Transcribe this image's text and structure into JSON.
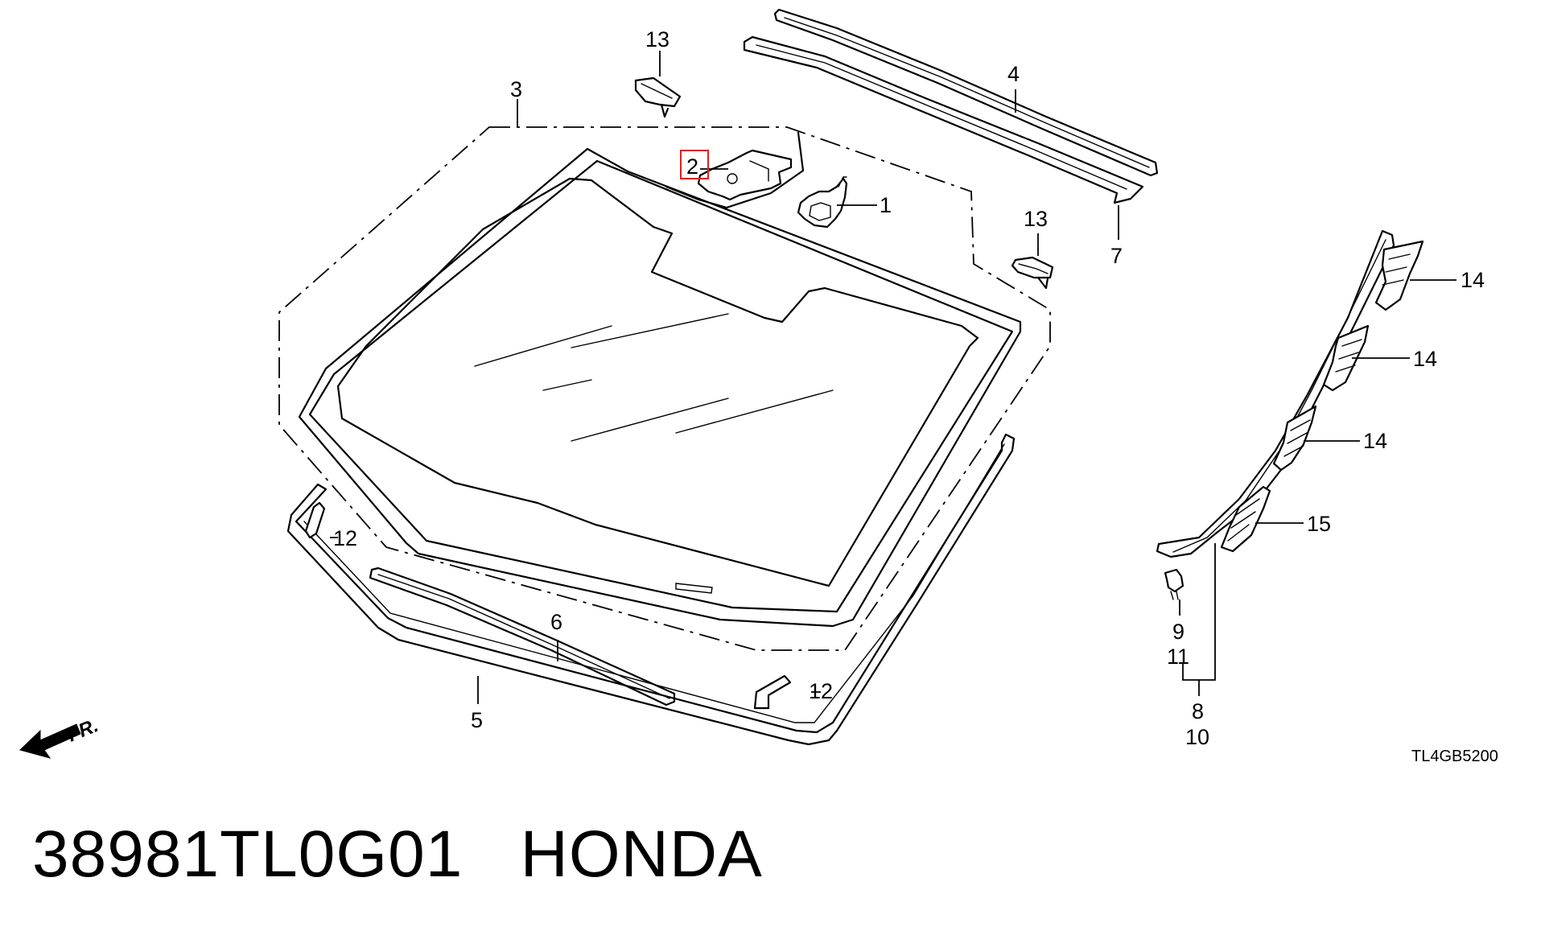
{
  "diagram": {
    "diagram_code": "TL4GB5200",
    "direction_label": "FR.",
    "callouts": {
      "c1": "1",
      "c2": "2",
      "c3": "3",
      "c4": "4",
      "c5": "5",
      "c6": "6",
      "c7": "7",
      "c8": "8",
      "c9": "9",
      "c10": "10",
      "c11": "11",
      "c12": "12",
      "c13": "13",
      "c14": "14",
      "c15": "15"
    },
    "highlighted_callout": "2",
    "highlight_color": "#e02020"
  },
  "caption": {
    "part_number": "38981TL0G01",
    "brand": "HONDA"
  }
}
